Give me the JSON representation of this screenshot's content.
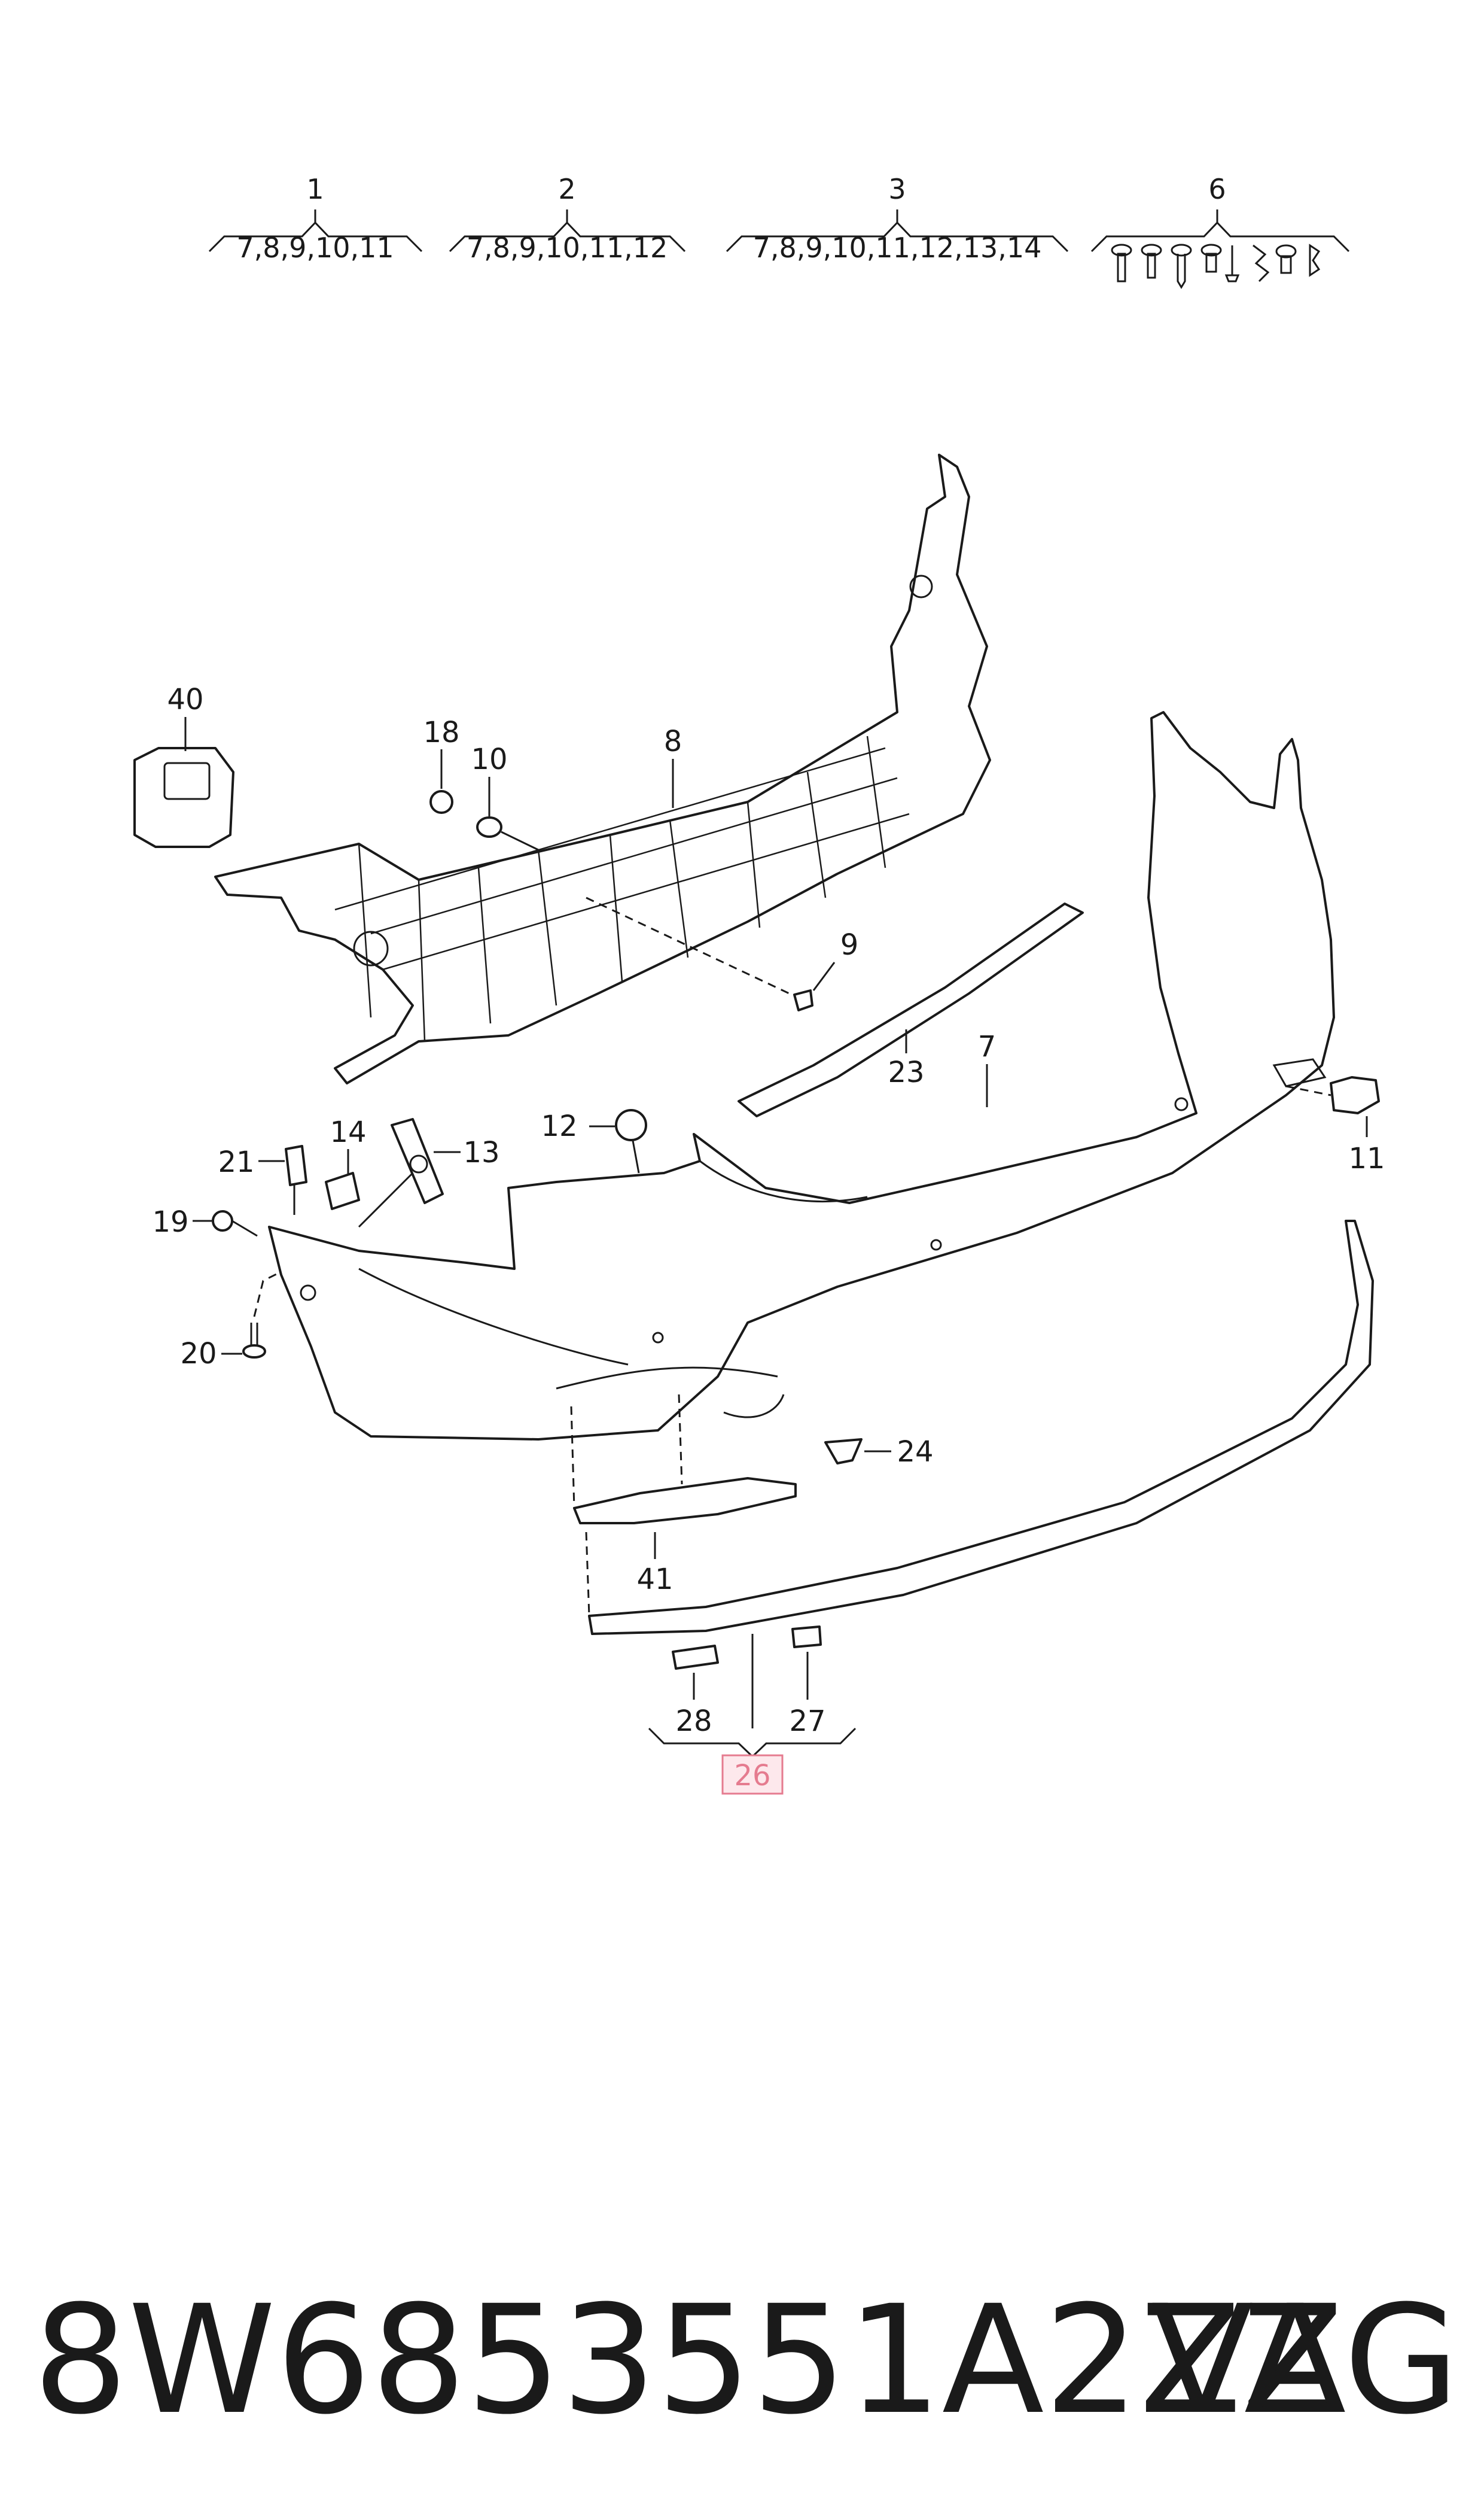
{
  "groups": [
    {
      "number": "1",
      "contains": "7,8,9,10,11"
    },
    {
      "number": "2",
      "contains": "7,8,9,10,11,12"
    },
    {
      "number": "3",
      "contains": "7,8,9,10,11,12,13,14"
    },
    {
      "number": "6",
      "contains": ""
    }
  ],
  "callouts": {
    "c40": "40",
    "c18": "18",
    "c10": "10",
    "c8": "8",
    "c9": "9",
    "c23": "23",
    "c7": "7",
    "c12": "12",
    "c14": "14",
    "c13": "13",
    "c21": "21",
    "c19": "19",
    "c20": "20",
    "c11": "11",
    "c24": "24",
    "c41": "41",
    "c28": "28",
    "c27": "27",
    "c26": "26"
  },
  "highlight_color": "#e57b8f",
  "footer": {
    "part_number": "8W6853551A2ZZ",
    "brand": "VAG"
  }
}
